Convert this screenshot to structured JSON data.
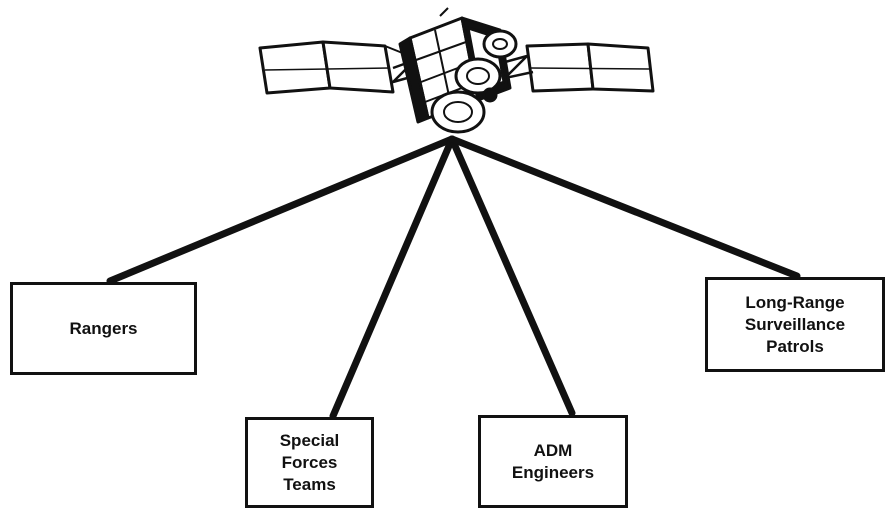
{
  "units": {
    "rangers": "Rangers",
    "special_forces": "Special\nForces\nTeams",
    "adm_engineers": "ADM\nEngineers",
    "lrsp": "Long-Range\nSurveillance\nPatrols"
  },
  "icons": {
    "satellite": "satellite-icon"
  },
  "colors": {
    "ink": "#111111",
    "background": "#ffffff"
  }
}
